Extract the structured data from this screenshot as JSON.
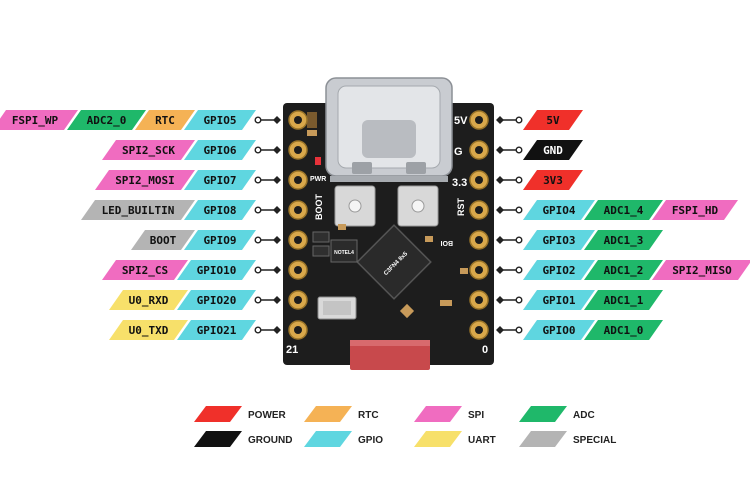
{
  "colors": {
    "POWER": "#f0302a",
    "GROUND": "#111111",
    "RTC": "#f5b255",
    "GPIO": "#5fd6e0",
    "SPI": "#f06cc0",
    "UART": "#f7e06a",
    "ADC": "#1fb86a",
    "SPECIAL": "#b4b4b4"
  },
  "board": {
    "chip_label": "C3FN4 8x5",
    "pwr_label": "PWR",
    "boot_label": "BOOT",
    "rst_label": "RST",
    "boi_label": "BOI",
    "inductor_label": "NOTEL4",
    "left_bottom_number": "21",
    "right_bottom_number": "0",
    "right_top": [
      "5V",
      "G",
      "3.3"
    ]
  },
  "left_rows": [
    {
      "labels": [
        {
          "text": "FSPI_WP",
          "type": "SPI"
        },
        {
          "text": "ADC2_0",
          "type": "ADC"
        },
        {
          "text": "RTC",
          "type": "RTC"
        },
        {
          "text": "GPIO5",
          "type": "GPIO"
        }
      ]
    },
    {
      "labels": [
        {
          "text": "SPI2_SCK",
          "type": "SPI"
        },
        {
          "text": "GPIO6",
          "type": "GPIO"
        }
      ]
    },
    {
      "labels": [
        {
          "text": "SPI2_MOSI",
          "type": "SPI"
        },
        {
          "text": "GPIO7",
          "type": "GPIO"
        }
      ]
    },
    {
      "labels": [
        {
          "text": "LED_BUILTIN",
          "type": "SPECIAL"
        },
        {
          "text": "GPIO8",
          "type": "GPIO"
        }
      ]
    },
    {
      "labels": [
        {
          "text": "BOOT",
          "type": "SPECIAL"
        },
        {
          "text": "GPIO9",
          "type": "GPIO"
        }
      ]
    },
    {
      "labels": [
        {
          "text": "SPI2_CS",
          "type": "SPI"
        },
        {
          "text": "GPIO10",
          "type": "GPIO"
        }
      ]
    },
    {
      "labels": [
        {
          "text": "U0_RXD",
          "type": "UART"
        },
        {
          "text": "GPIO20",
          "type": "GPIO"
        }
      ]
    },
    {
      "labels": [
        {
          "text": "U0_TXD",
          "type": "UART"
        },
        {
          "text": "GPIO21",
          "type": "GPIO"
        }
      ]
    }
  ],
  "right_rows": [
    {
      "labels": [
        {
          "text": "5V",
          "type": "POWER"
        }
      ]
    },
    {
      "labels": [
        {
          "text": "GND",
          "type": "GROUND"
        }
      ]
    },
    {
      "labels": [
        {
          "text": "3V3",
          "type": "POWER"
        }
      ]
    },
    {
      "labels": [
        {
          "text": "GPIO4",
          "type": "GPIO"
        },
        {
          "text": "ADC1_4",
          "type": "ADC"
        },
        {
          "text": "FSPI_HD",
          "type": "SPI"
        }
      ]
    },
    {
      "labels": [
        {
          "text": "GPIO3",
          "type": "GPIO"
        },
        {
          "text": "ADC1_3",
          "type": "ADC"
        }
      ]
    },
    {
      "labels": [
        {
          "text": "GPIO2",
          "type": "GPIO"
        },
        {
          "text": "ADC1_2",
          "type": "ADC"
        },
        {
          "text": "SPI2_MISO",
          "type": "SPI"
        }
      ]
    },
    {
      "labels": [
        {
          "text": "GPIO1",
          "type": "GPIO"
        },
        {
          "text": "ADC1_1",
          "type": "ADC"
        }
      ]
    },
    {
      "labels": [
        {
          "text": "GPIO0",
          "type": "GPIO"
        },
        {
          "text": "ADC1_0",
          "type": "ADC"
        }
      ]
    }
  ],
  "legend": [
    {
      "text": "POWER",
      "type": "POWER"
    },
    {
      "text": "RTC",
      "type": "RTC"
    },
    {
      "text": "SPI",
      "type": "SPI"
    },
    {
      "text": "ADC",
      "type": "ADC"
    },
    {
      "text": "GROUND",
      "type": "GROUND"
    },
    {
      "text": "GPIO",
      "type": "GPIO"
    },
    {
      "text": "UART",
      "type": "UART"
    },
    {
      "text": "SPECIAL",
      "type": "SPECIAL"
    }
  ]
}
